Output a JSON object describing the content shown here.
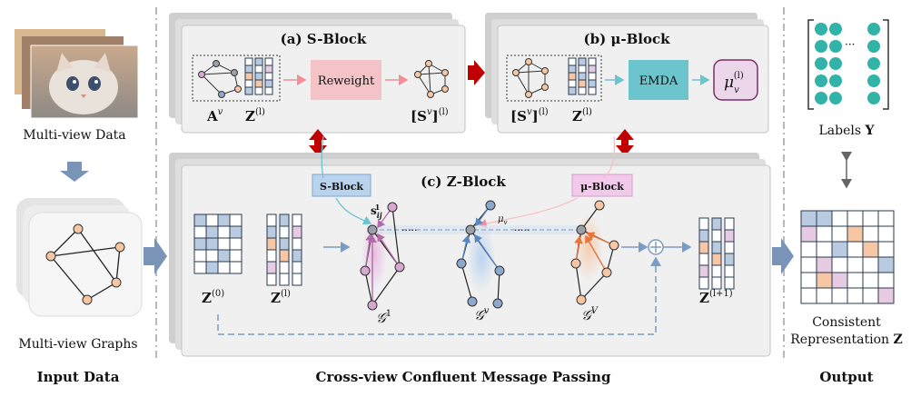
{
  "input": {
    "multiview_data_label": "Multi-view Data",
    "multiview_graphs_label": "Multi-view Graphs",
    "section_label": "Input Data"
  },
  "s_block": {
    "title": "(a) S-Block",
    "adj_label_main": "A",
    "adj_label_sup": "v",
    "z_label_main": "Z",
    "z_label_sup": "(l)",
    "reweight_label": "Reweight",
    "s_out_main": "[S",
    "s_out_sup1": "v",
    "s_out_close": "]",
    "s_out_sup2": "(l)"
  },
  "mu_block": {
    "title": "(b) μ-Block",
    "s_in_main": "[S",
    "s_in_sup1": "v",
    "s_in_close": "]",
    "s_in_sup2": "(l)",
    "z_label_main": "Z",
    "z_label_sup": "(l)",
    "emda_label": "EMDA",
    "mu_main": "μ",
    "mu_sub": "v",
    "mu_sup": "(l)"
  },
  "z_block": {
    "title": "(c) Z-Block",
    "s_tag": "S-Block",
    "mu_tag": "μ-Block",
    "z0_main": "Z",
    "z0_sup": "(0)",
    "zl_main": "Z",
    "zl_sup": "(l)",
    "zout_main": "Z",
    "zout_sup": "(l+1)",
    "sij_main": "s",
    "sij_sub": "ij",
    "sij_sup": "1",
    "muv_main": "μ",
    "muv_sub": "v",
    "g1_main": "𝒢",
    "g1_sup": "1",
    "gv_main": "𝒢",
    "gv_sup": "v",
    "gV_main": "𝒢",
    "gV_sup": "V",
    "dots": "·····"
  },
  "middle_section_label": "Cross-view Confluent Message Passing",
  "output": {
    "labels_prefix": "Labels ",
    "labels_symbol": "Y",
    "dots": "···",
    "consistent_line1": "Consistent",
    "consistent_line2_prefix": "Representation ",
    "consistent_symbol": "Z",
    "section_label": "Output"
  },
  "colors": {
    "block_bg": "#efefef",
    "stack_bg": "#d6d6d6",
    "reweight_fill": "#f4c3c8",
    "emda_fill": "#6cc4cc",
    "mu_fill": "#ecd7ea",
    "mu_stroke": "#7a2c6a",
    "s_tag_fill": "#b9d3ec",
    "mu_tag_fill": "#f1c9ea",
    "red_arrow": "#c00000",
    "blue_arrow": "#7b9cc4",
    "node_orange": "#f6c6a5",
    "node_purple": "#d7a8cf",
    "node_blue": "#8ca8cc",
    "node_gray": "#9aa0a8",
    "teal_node": "#32b3a8",
    "grid_blue": "#b9cbe0",
    "grid_orange": "#f6c6a5",
    "grid_pink": "#e6cbe2"
  }
}
